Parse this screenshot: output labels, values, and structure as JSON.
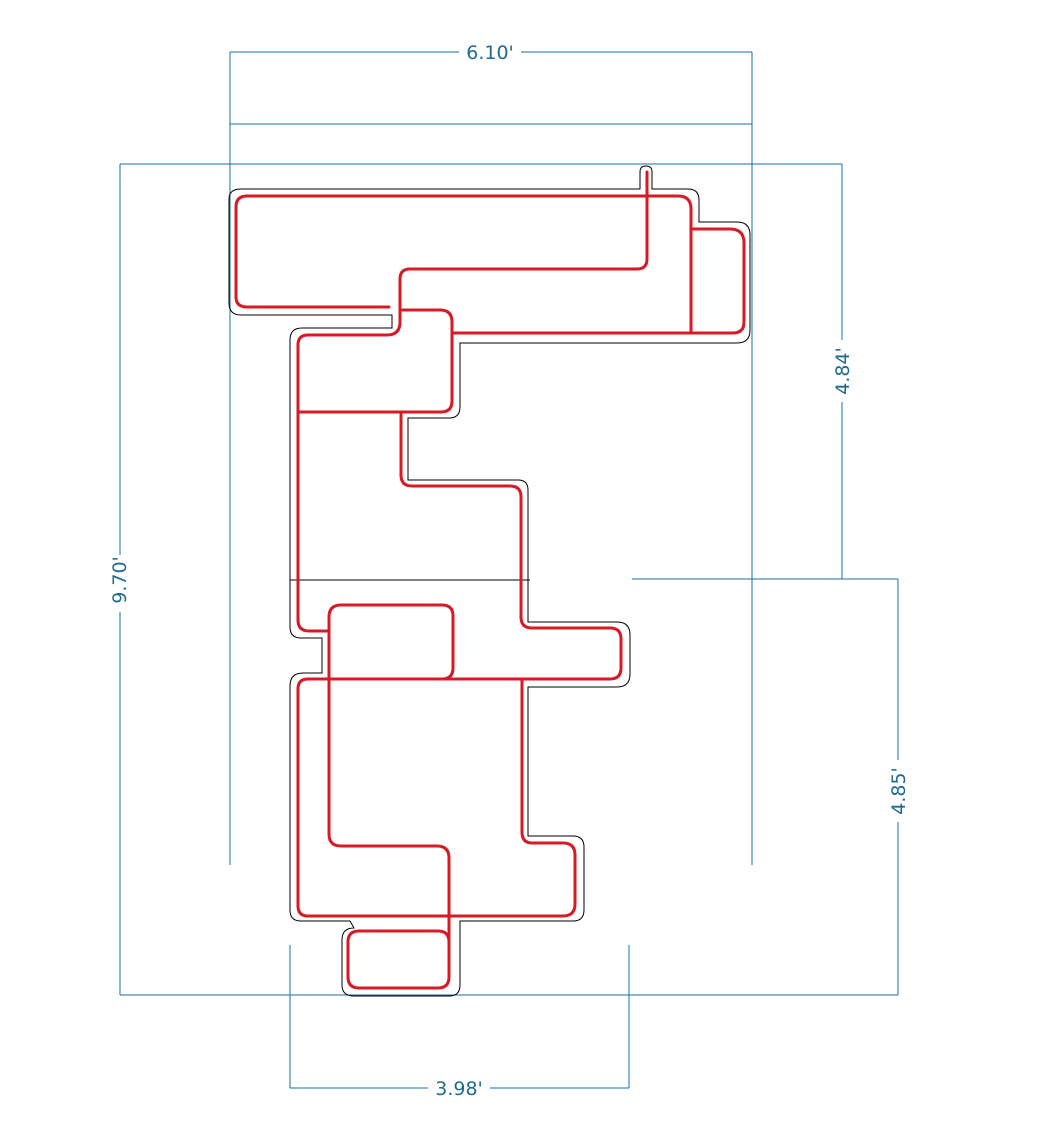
{
  "dimensions": {
    "overall_width": "6.10'",
    "overall_height": "9.70'",
    "upper_height": "4.84'",
    "lower_height": "4.85'",
    "bottom_width": "3.98'"
  },
  "colors": {
    "dimension": "#1a6fa8",
    "dimension_text": "#1f6b8f",
    "tube": "#d71a24",
    "outline": "#000000"
  }
}
